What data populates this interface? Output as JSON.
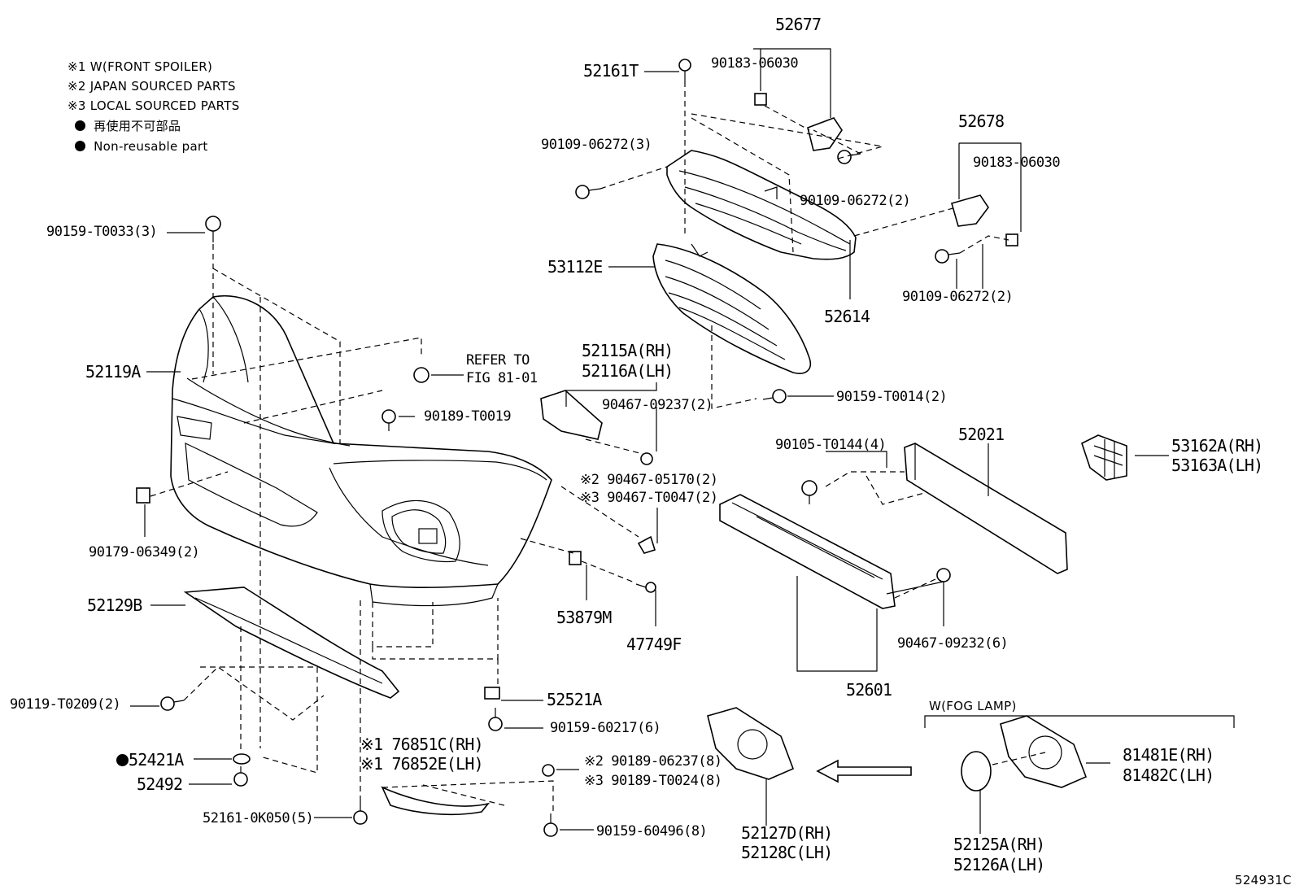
{
  "legend": {
    "note1": "※1 W(FRONT SPOILER)",
    "note2": "※2 JAPAN SOURCED PARTS",
    "note3": "※3 LOCAL SOURCED PARTS",
    "non_reusable_jp": "再使用不可部品",
    "non_reusable_en": "Non-reusable part"
  },
  "labels": {
    "p52677": "52677",
    "p52161T": "52161T",
    "p90183_06030_a": "90183-06030",
    "p90109_06272_3": "90109-06272(3)",
    "p52678": "52678",
    "p90183_06030_b": "90183-06030",
    "p90109_06272_2a": "90109-06272(2)",
    "p90159_T0033": "90159-T0033(3)",
    "p53112E": "53112E",
    "p52614": "52614",
    "p90109_06272_2b": "90109-06272(2)",
    "p52119A": "52119A",
    "refer_to": "REFER TO",
    "fig": "FIG 81-01",
    "p52115A": "52115A(RH)",
    "p52116A": "52116A(LH)",
    "p90189_T0019": "90189-T0019",
    "p90467_09237": "90467-09237(2)",
    "p90159_T0014": "90159-T0014(2)",
    "p90105_T0144": "90105-T0144(4)",
    "p52021": "52021",
    "p53162A": "53162A(RH)",
    "p53163A": "53163A(LH)",
    "p90467_05170": "※2 90467-05170(2)",
    "p90467_T0047": "※3 90467-T0047(2)",
    "p90179_06349": "90179-06349(2)",
    "p52129B": "52129B",
    "p53879M": "53879M",
    "p47749F": "47749F",
    "p90467_09232": "90467-09232(6)",
    "p52601": "52601",
    "p52521A": "52521A",
    "p90119_T0209": "90119-T0209(2)",
    "p90159_60217": "90159-60217(6)",
    "fog_lamp": "W(FOG LAMP)",
    "p76851C": "※1 76851C(RH)",
    "p76852E": "※1 76852E(LH)",
    "p52421A": "52421A",
    "p52492": "52492",
    "p90189_06237": "※2 90189-06237(8)",
    "p90189_T0024": "※3 90189-T0024(8)",
    "p81481E": "81481E(RH)",
    "p81482C": "81482C(LH)",
    "p52161_0K050": "52161-0K050(5)",
    "p90159_60496": "90159-60496(8)",
    "p52127D": "52127D(RH)",
    "p52128C": "52128C(LH)",
    "p52125A": "52125A(RH)",
    "p52126A": "52126A(LH)",
    "ref_code": "524931C"
  }
}
